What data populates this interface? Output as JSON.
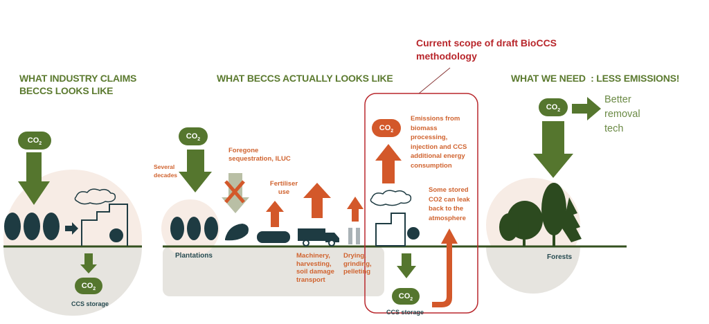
{
  "colors": {
    "green": "#55762e",
    "orange": "#d3582a",
    "tree": "#1e3b42",
    "scope": "#b8262b"
  },
  "sections": {
    "claims": {
      "heading_line1": "WHAT INDUSTRY CLAIMS",
      "heading_line2": "BECCS LOOKS LIKE",
      "co2_top": "CO",
      "co2_bottom": "CO",
      "subscript": "2",
      "storage_label": "CCS storage"
    },
    "actual": {
      "heading": "WHAT BECCS ACTUALLY LOOKS LIKE",
      "co2": "CO",
      "subscript": "2",
      "several_decades": "Several decades",
      "foregone": "Foregone sequestration, ILUC",
      "fertiliser": "Fertiliser use",
      "plantations": "Plantations",
      "machinery": "Machinery, harvesting, soil damage transport",
      "drying": "Drying, grinding, pelleting"
    },
    "scope": {
      "title_line1": "Current scope of draft BioCCS",
      "title_line2": "methodology",
      "co2_emission": "CO",
      "co2_storage": "CO",
      "subscript": "2",
      "emissions_text": "Emissions from biomass processing, injection and CCS additional energy consumption",
      "leak_text": "Some stored CO2 can leak back to the atmosphere",
      "storage_label": "CCS storage"
    },
    "need": {
      "heading": "WHAT WE NEED  : LESS EMISSIONS!",
      "co2": "CO",
      "subscript": "2",
      "better_removal": "Better removal tech",
      "forests": "Forests"
    }
  }
}
